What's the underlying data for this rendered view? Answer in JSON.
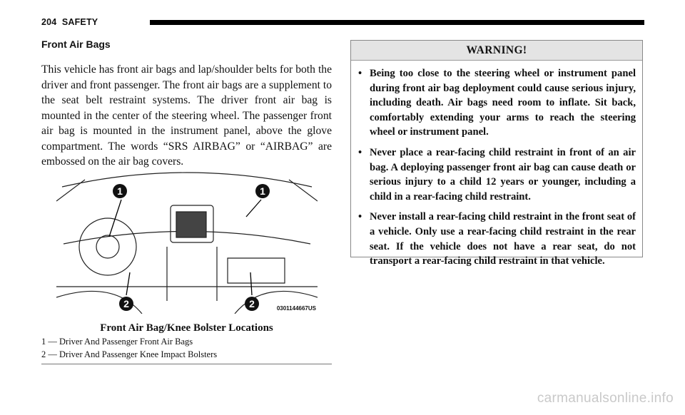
{
  "header": {
    "page_number": "204",
    "section": "SAFETY"
  },
  "left": {
    "heading": "Front Air Bags",
    "paragraph": "This vehicle has front air bags and lap/shoulder belts for both the driver and front passenger. The front air bags are a supplement to the seat belt restraint systems. The driver front air bag is mounted in the center of the steering wheel. The passenger front air bag is mounted in the instrument panel, above the glove compartment. The words “SRS AIRBAG” or “AIRBAG” are embossed on the air bag covers."
  },
  "figure": {
    "callouts": [
      "1",
      "1",
      "2",
      "2"
    ],
    "image_code": "0301144667US",
    "caption": "Front Air Bag/Knee Bolster Locations",
    "legend": [
      "1 — Driver And Passenger Front Air Bags",
      "2 — Driver And Passenger Knee Impact Bolsters"
    ]
  },
  "warning": {
    "title": "WARNING!",
    "bullet_symbol": "•",
    "items": [
      "Being too close to the steering wheel or instrument panel during front air bag deployment could cause serious injury, including death. Air bags need room to inflate. Sit back, comfortably extending your arms to reach the steering wheel or instrument panel.",
      "Never place a rear-facing child restraint in front of an air bag. A deploying passenger front air bag can cause death or serious injury to a child 12 years or younger, including a child in a rear-facing child restraint.",
      "Never install a rear-facing child restraint in the front seat of a vehicle. Only use a rear-facing child restraint in the rear seat. If the vehicle does not have a rear seat, do not transport a rear-facing child restraint in that vehicle."
    ]
  },
  "watermark": "carmanualsonline.info"
}
